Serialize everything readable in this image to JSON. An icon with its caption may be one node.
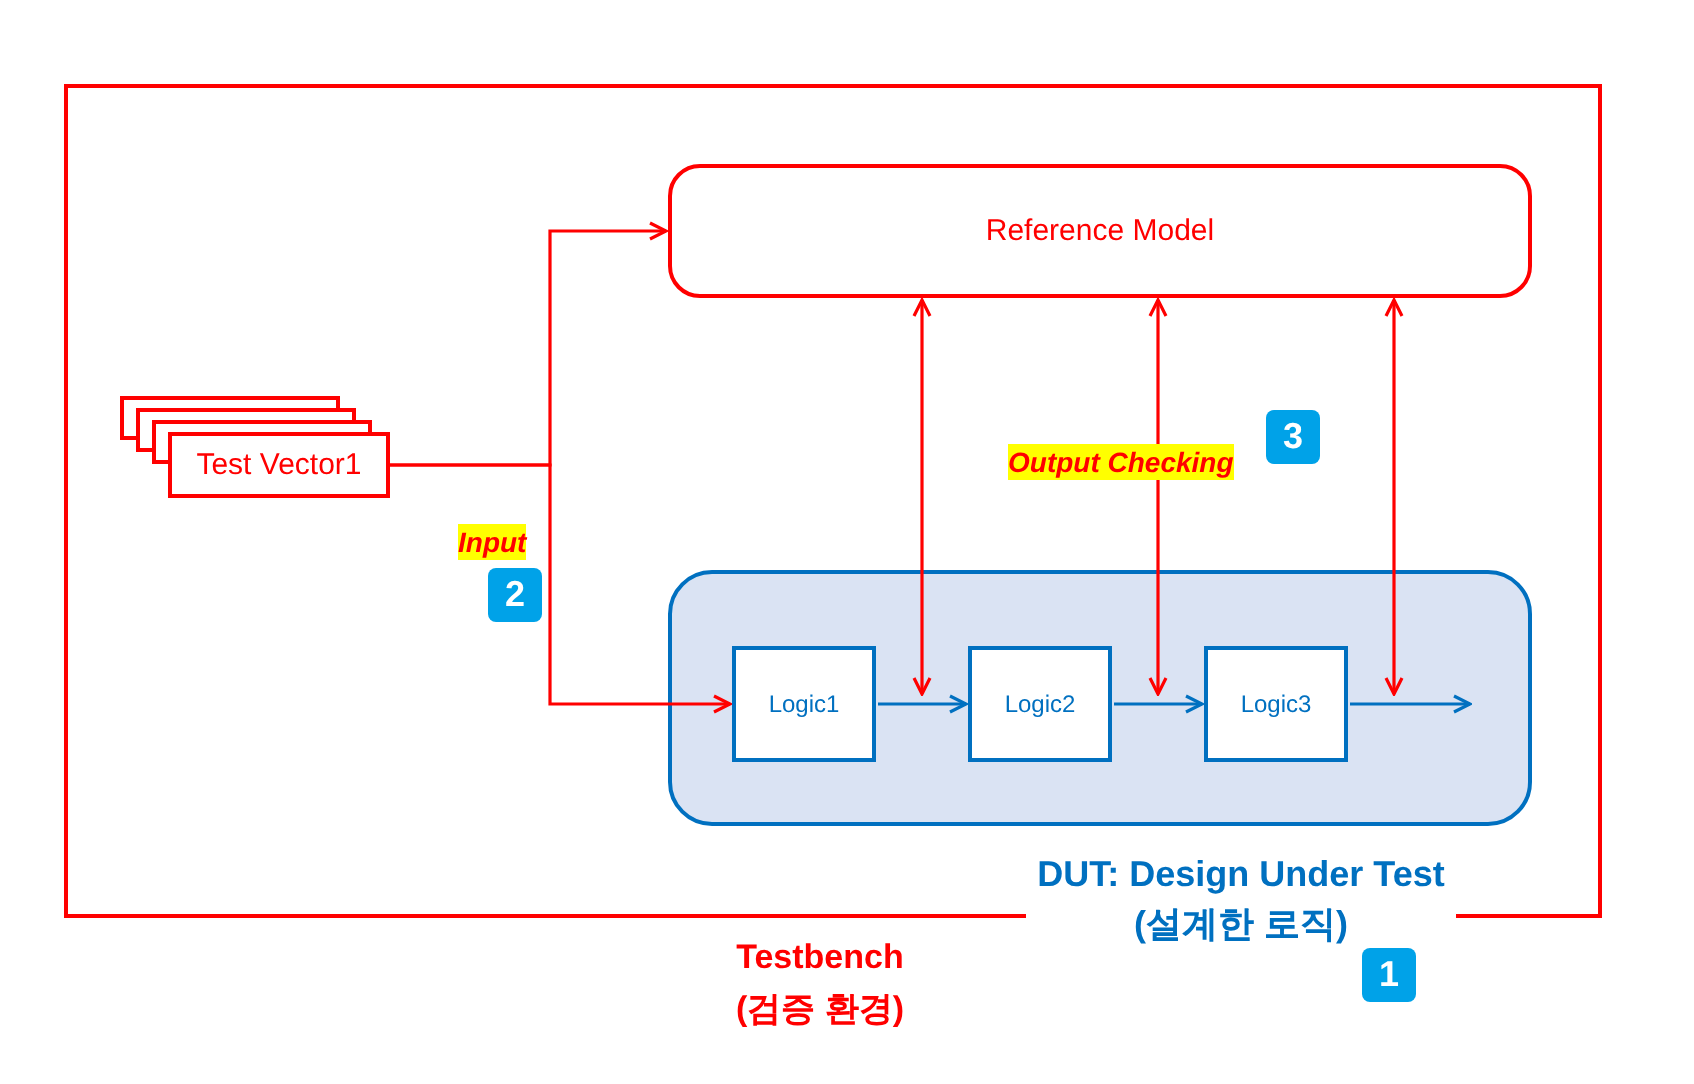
{
  "diagram": {
    "nodes": [
      {
        "text": [
          "Testbench (검증 환경)"
        ]
      },
      {
        "text": [
          "Reference Model"
        ],
        "in": 0
      },
      {
        "text": [
          "Test Vector1"
        ],
        "in": 0
      },
      {
        "text": [
          "DUT: Design Under Test (설계한 로직)"
        ],
        "in": 0
      },
      {
        "text": [
          "Logic1"
        ],
        "in": 3
      },
      {
        "text": [
          "Logic2"
        ],
        "in": 3
      },
      {
        "text": [
          "Logic3"
        ],
        "in": 3
      }
    ],
    "edges": [
      {
        "from": 2,
        "to": 1,
        "arrow": "to"
      },
      {
        "from": 2,
        "to": 4,
        "arrow": "to",
        "label": "Input"
      },
      {
        "from": 1,
        "to": 4,
        "arrow": "both"
      },
      {
        "from": 1,
        "to": 5,
        "arrow": "both",
        "label": "Output Checking"
      },
      {
        "from": 1,
        "to": 6,
        "arrow": "both"
      },
      {
        "from": 4,
        "to": 5,
        "arrow": "to",
        "color": "#0070c0"
      },
      {
        "from": 5,
        "to": 6,
        "arrow": "to",
        "color": "#0070c0"
      },
      {
        "from": 6,
        "to": null,
        "arrow": "to",
        "color": "#0070c0"
      }
    ],
    "labels": [
      "3",
      "2",
      "1"
    ]
  }
}
